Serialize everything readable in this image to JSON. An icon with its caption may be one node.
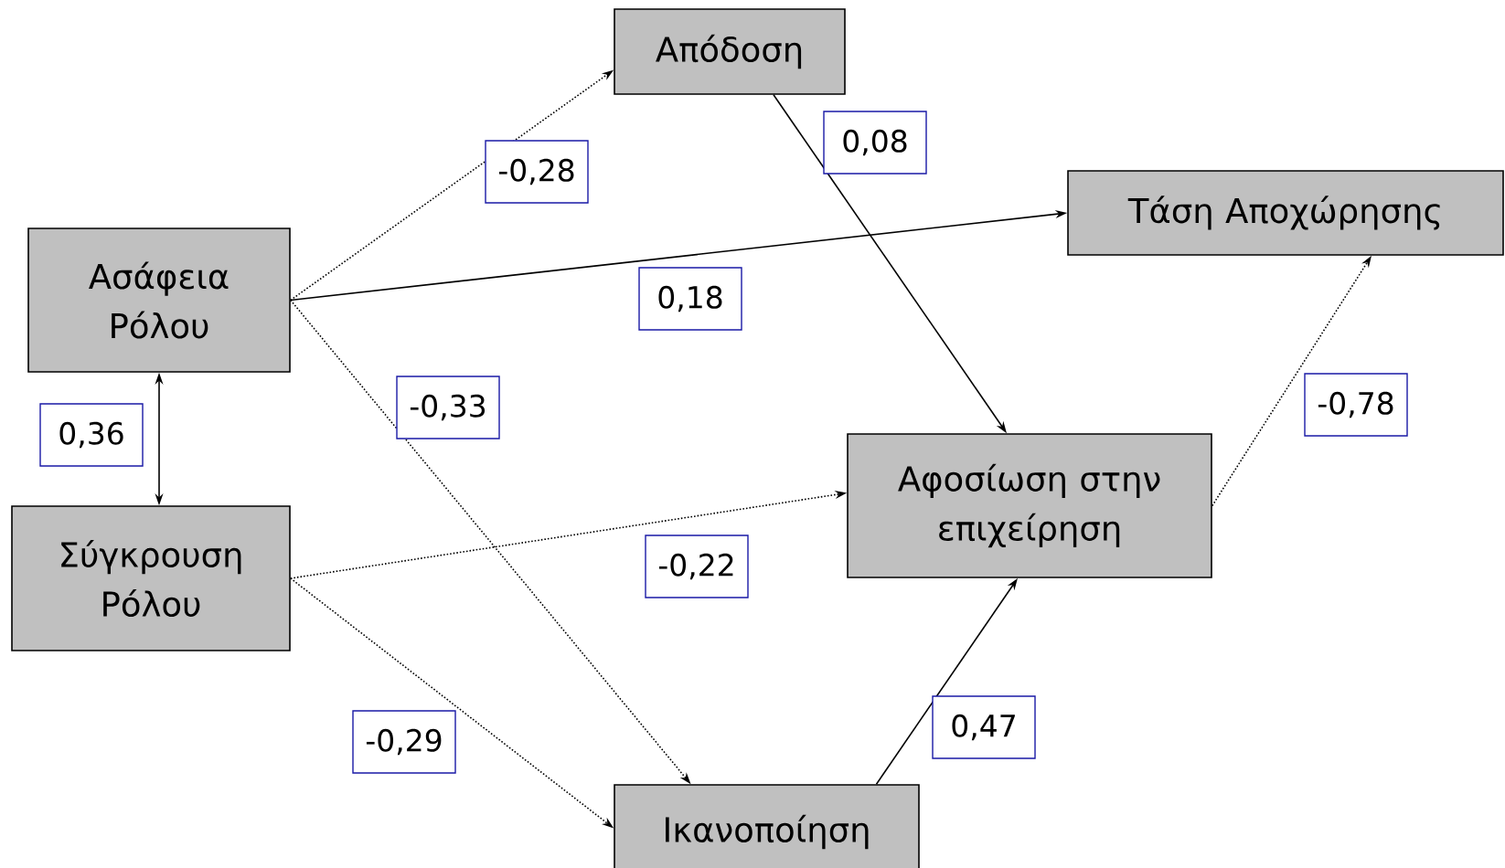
{
  "diagram": {
    "nodes": [
      {
        "text": [
          "Απόδοση"
        ]
      },
      {
        "text": [
          "Τάση Αποχώρησης"
        ]
      },
      {
        "text": [
          "Ασάφεια Ρόλου"
        ]
      },
      {
        "text": [
          "Σύγκρουση Ρόλου"
        ]
      },
      {
        "text": [
          "Αφοσίωση στην επιχείρηση"
        ]
      },
      {
        "text": [
          "Ικανοποίηση"
        ]
      }
    ],
    "edges": [
      {
        "from": 2,
        "to": 0,
        "arrow": "to",
        "style": "dashed",
        "label": "-0,28"
      },
      {
        "from": 0,
        "to": 4,
        "arrow": "to",
        "label": "0,08"
      },
      {
        "from": 2,
        "to": 1,
        "arrow": "to",
        "label": "0,18"
      },
      {
        "from": 2,
        "to": 5,
        "arrow": "to",
        "style": "dashed",
        "label": "-0,33"
      },
      {
        "from": 2,
        "to": 3,
        "arrow": "both",
        "label": "0,36"
      },
      {
        "from": 3,
        "to": 4,
        "arrow": "to",
        "style": "dashed",
        "label": "-0,22"
      },
      {
        "from": 3,
        "to": 5,
        "arrow": "to",
        "style": "dashed",
        "label": "-0,29"
      },
      {
        "from": 5,
        "to": 4,
        "arrow": "to",
        "label": "0,47"
      },
      {
        "from": 4,
        "to": 1,
        "arrow": "to",
        "style": "dashed",
        "label": "-0,78"
      }
    ]
  }
}
